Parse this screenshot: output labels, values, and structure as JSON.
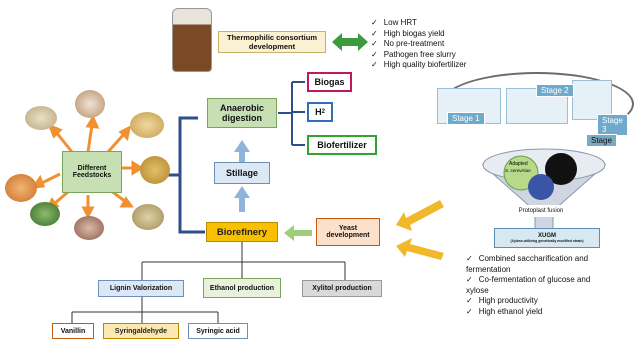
{
  "thermophilic": {
    "label": "Thermophilic consortium development"
  },
  "thermo_benefits": [
    "Low HRT",
    "High biogas yield",
    "No pre-treatment",
    "Pathogen free slurry",
    "High quality biofertilizer"
  ],
  "feedstocks": {
    "label": "Different Feedstocks"
  },
  "anaerobic": {
    "label": "Anaerobic digestion"
  },
  "outputs": {
    "biogas": "Biogas",
    "h2": "H",
    "h2_sub": "2",
    "biofertilizer": "Biofertilizer"
  },
  "stillage": {
    "label": "Stillage"
  },
  "biorefinery": {
    "label": "Biorefinery"
  },
  "yeast": {
    "label": "Yeast development"
  },
  "branches": {
    "lignin": "Lignin Valorization",
    "ethanol": "Ethanol production",
    "xylitol": "Xylitol  production"
  },
  "lignin_products": [
    "Vanillin",
    "Syringaldehyde",
    "Syringic acid"
  ],
  "yeast_benefits": [
    "Combined saccharification and fermentation",
    "Co-fermentation of glucose and xylose",
    "High productivity",
    "High ethanol yield"
  ],
  "stages": {
    "s1": "Stage 1",
    "s2": "Stage 2",
    "s3": "Stage 3",
    "s4": "Stage"
  },
  "funnel": {
    "adapted": "Adapted",
    "adapted_species": "S. cerevisiae",
    "fusion": "Protoplast fusion"
  },
  "xugm": {
    "title": "XUGM",
    "subtitle": "(Xylose-utilizing genetically modified strain)"
  },
  "colors": {
    "green_arrow": "#3c9b3c",
    "orange_arrow": "#f09030",
    "yellow_arrow": "#f0b82a",
    "blue_arrow": "#8fb4dc",
    "bracket": "#2e4f8c"
  }
}
